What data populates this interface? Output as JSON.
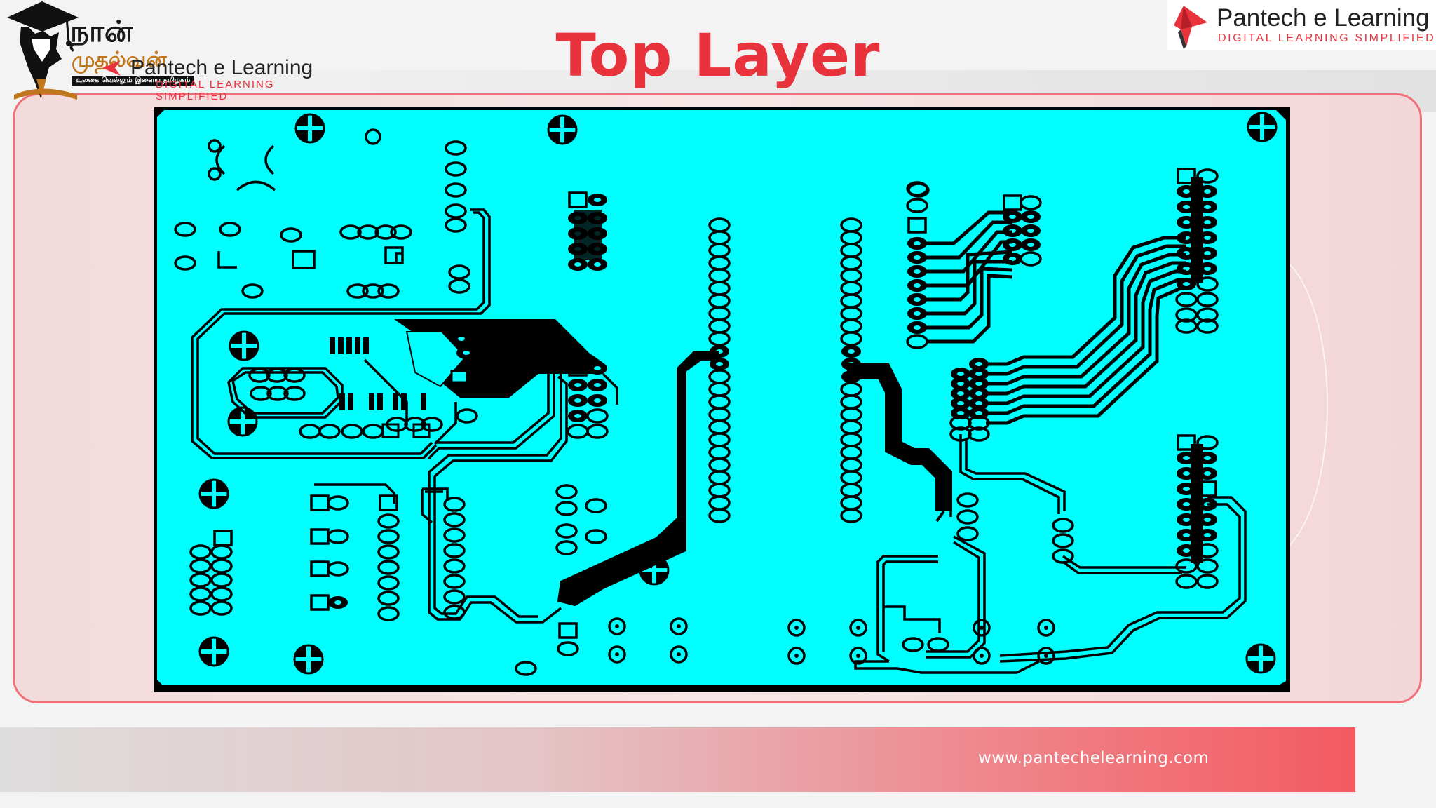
{
  "slide": {
    "title": "Top Layer"
  },
  "logo_left": {
    "tamil_line1": "நான்",
    "tamil_line2": "முதல்வன்",
    "tamil_tagline": "உலகை வெல்லும் இளைய தமிழகம்",
    "brand": "Pantech e Learning",
    "tagline": "DIGITAL LEARNING SIMPLIFIED"
  },
  "logo_right": {
    "brand": "Pantech e Learning",
    "tagline": "DIGITAL LEARNING SIMPLIFIED"
  },
  "footer": {
    "url": "www.pantechelearning.com"
  },
  "colors": {
    "title": "#e8333d",
    "pcb_board": "#00ffff",
    "pcb_copper": "#000000",
    "frame_border": "#f0707a",
    "footer_gradient_end": "#f35a61"
  },
  "icons": {
    "logo_left": "tamil-nadu-pencil-mortarboard-icon",
    "logo_right": "pantech-red-bird-icon"
  }
}
